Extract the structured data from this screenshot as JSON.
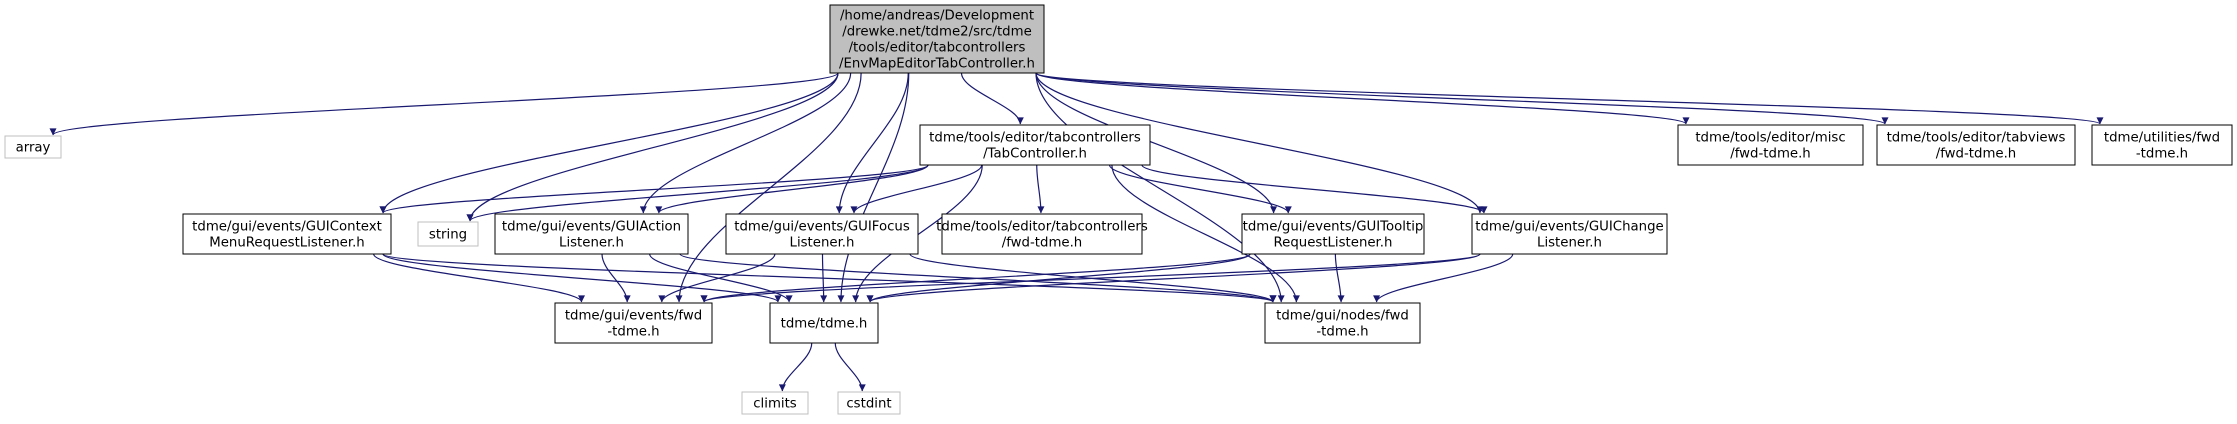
{
  "colors": {
    "edge": "#191970",
    "node_border": "#000000",
    "root_fill": "#bfbfbf",
    "external_border": "#bfbfbf",
    "node_fill": "#ffffff",
    "background": "#ffffff"
  },
  "nodes": {
    "root": {
      "lines": [
        "/home/andreas/Development",
        "/drewke.net/tdme2/src/tdme",
        "/tools/editor/tabcontrollers",
        "/EnvMapEditorTabController.h"
      ],
      "kind": "root"
    },
    "array": {
      "lines": [
        "array"
      ],
      "kind": "external"
    },
    "misc_fwd": {
      "lines": [
        "tdme/tools/editor/misc",
        "/fwd-tdme.h"
      ],
      "kind": "file"
    },
    "tabviews_fwd": {
      "lines": [
        "tdme/tools/editor/tabviews",
        "/fwd-tdme.h"
      ],
      "kind": "file"
    },
    "utilities_fwd": {
      "lines": [
        "tdme/utilities/fwd",
        "-tdme.h"
      ],
      "kind": "file"
    },
    "tabcontroller": {
      "lines": [
        "tdme/tools/editor/tabcontrollers",
        "/TabController.h"
      ],
      "kind": "file"
    },
    "ctx_menu": {
      "lines": [
        "tdme/gui/events/GUIContext",
        "MenuRequestListener.h"
      ],
      "kind": "file"
    },
    "string": {
      "lines": [
        "string"
      ],
      "kind": "external"
    },
    "action": {
      "lines": [
        "tdme/gui/events/GUIAction",
        "Listener.h"
      ],
      "kind": "file"
    },
    "focus": {
      "lines": [
        "tdme/gui/events/GUIFocus",
        "Listener.h"
      ],
      "kind": "file"
    },
    "tabctrl_fwd": {
      "lines": [
        "tdme/tools/editor/tabcontrollers",
        "/fwd-tdme.h"
      ],
      "kind": "file"
    },
    "tooltip": {
      "lines": [
        "tdme/gui/events/GUITooltip",
        "RequestListener.h"
      ],
      "kind": "file"
    },
    "change": {
      "lines": [
        "tdme/gui/events/GUIChange",
        "Listener.h"
      ],
      "kind": "file"
    },
    "events_fwd": {
      "lines": [
        "tdme/gui/events/fwd",
        "-tdme.h"
      ],
      "kind": "file"
    },
    "tdme_h": {
      "lines": [
        "tdme/tdme.h"
      ],
      "kind": "file"
    },
    "nodes_fwd": {
      "lines": [
        "tdme/gui/nodes/fwd",
        "-tdme.h"
      ],
      "kind": "file"
    },
    "climits": {
      "lines": [
        "climits"
      ],
      "kind": "external"
    },
    "cstdint": {
      "lines": [
        "cstdint"
      ],
      "kind": "external"
    }
  },
  "edges": [
    [
      "root",
      "array"
    ],
    [
      "root",
      "misc_fwd"
    ],
    [
      "root",
      "tabviews_fwd"
    ],
    [
      "root",
      "utilities_fwd"
    ],
    [
      "root",
      "tabcontroller"
    ],
    [
      "root",
      "ctx_menu"
    ],
    [
      "root",
      "string"
    ],
    [
      "root",
      "action"
    ],
    [
      "root",
      "focus"
    ],
    [
      "root",
      "tooltip"
    ],
    [
      "root",
      "change"
    ],
    [
      "root",
      "events_fwd"
    ],
    [
      "root",
      "tdme_h"
    ],
    [
      "root",
      "nodes_fwd"
    ],
    [
      "tabcontroller",
      "ctx_menu"
    ],
    [
      "tabcontroller",
      "string"
    ],
    [
      "tabcontroller",
      "action"
    ],
    [
      "tabcontroller",
      "focus"
    ],
    [
      "tabcontroller",
      "tabctrl_fwd"
    ],
    [
      "tabcontroller",
      "tooltip"
    ],
    [
      "tabcontroller",
      "change"
    ],
    [
      "tabcontroller",
      "tdme_h"
    ],
    [
      "tabcontroller",
      "nodes_fwd"
    ],
    [
      "ctx_menu",
      "events_fwd"
    ],
    [
      "ctx_menu",
      "tdme_h"
    ],
    [
      "ctx_menu",
      "nodes_fwd"
    ],
    [
      "action",
      "events_fwd"
    ],
    [
      "action",
      "tdme_h"
    ],
    [
      "action",
      "nodes_fwd"
    ],
    [
      "focus",
      "events_fwd"
    ],
    [
      "focus",
      "tdme_h"
    ],
    [
      "focus",
      "nodes_fwd"
    ],
    [
      "tooltip",
      "events_fwd"
    ],
    [
      "tooltip",
      "tdme_h"
    ],
    [
      "tooltip",
      "nodes_fwd"
    ],
    [
      "change",
      "events_fwd"
    ],
    [
      "change",
      "tdme_h"
    ],
    [
      "change",
      "nodes_fwd"
    ],
    [
      "tdme_h",
      "climits"
    ],
    [
      "tdme_h",
      "cstdint"
    ]
  ]
}
